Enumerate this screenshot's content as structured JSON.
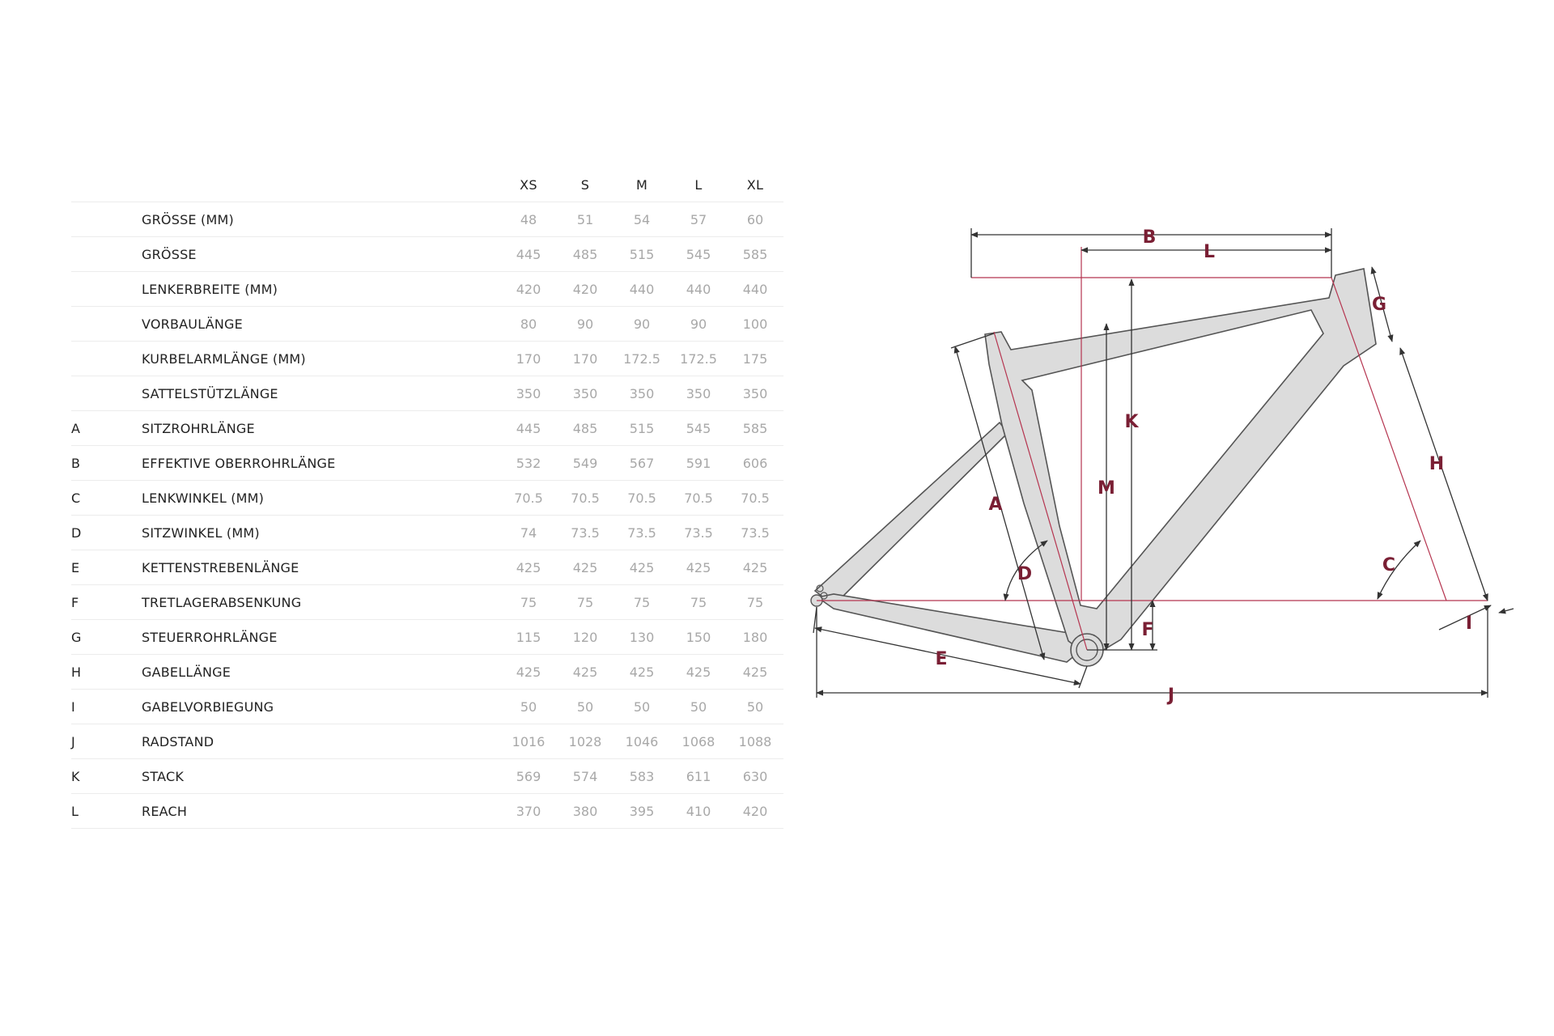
{
  "table": {
    "sizes": [
      "XS",
      "S",
      "M",
      "L",
      "XL"
    ],
    "rows": [
      {
        "letter": "",
        "name": "GRÖSSE (MM)",
        "values": [
          "48",
          "51",
          "54",
          "57",
          "60"
        ]
      },
      {
        "letter": "",
        "name": "GRÖSSE",
        "values": [
          "445",
          "485",
          "515",
          "545",
          "585"
        ]
      },
      {
        "letter": "",
        "name": "LENKERBREITE (MM)",
        "values": [
          "420",
          "420",
          "440",
          "440",
          "440"
        ]
      },
      {
        "letter": "",
        "name": "VORBAULÄNGE",
        "values": [
          "80",
          "90",
          "90",
          "90",
          "100"
        ]
      },
      {
        "letter": "",
        "name": "KURBELARMLÄNGE (MM)",
        "values": [
          "170",
          "170",
          "172.5",
          "172.5",
          "175"
        ]
      },
      {
        "letter": "",
        "name": "SATTELSTÜTZLÄNGE",
        "values": [
          "350",
          "350",
          "350",
          "350",
          "350"
        ]
      },
      {
        "letter": "A",
        "name": "SITZROHRLÄNGE",
        "values": [
          "445",
          "485",
          "515",
          "545",
          "585"
        ]
      },
      {
        "letter": "B",
        "name": "EFFEKTIVE OBERROHRLÄNGE",
        "values": [
          "532",
          "549",
          "567",
          "591",
          "606"
        ]
      },
      {
        "letter": "C",
        "name": "LENKWINKEL (MM)",
        "values": [
          "70.5",
          "70.5",
          "70.5",
          "70.5",
          "70.5"
        ]
      },
      {
        "letter": "D",
        "name": "SITZWINKEL (MM)",
        "values": [
          "74",
          "73.5",
          "73.5",
          "73.5",
          "73.5"
        ]
      },
      {
        "letter": "E",
        "name": "KETTENSTREBENLÄNGE",
        "values": [
          "425",
          "425",
          "425",
          "425",
          "425"
        ]
      },
      {
        "letter": "F",
        "name": "TRETLAGERABSENKUNG",
        "values": [
          "75",
          "75",
          "75",
          "75",
          "75"
        ]
      },
      {
        "letter": "G",
        "name": "STEUERROHRLÄNGE",
        "values": [
          "115",
          "120",
          "130",
          "150",
          "180"
        ]
      },
      {
        "letter": "H",
        "name": "GABELLÄNGE",
        "values": [
          "425",
          "425",
          "425",
          "425",
          "425"
        ]
      },
      {
        "letter": "I",
        "name": "GABELVORBIEGUNG",
        "values": [
          "50",
          "50",
          "50",
          "50",
          "50"
        ]
      },
      {
        "letter": "J",
        "name": "RADSTAND",
        "values": [
          "1016",
          "1028",
          "1046",
          "1068",
          "1088"
        ]
      },
      {
        "letter": "K",
        "name": "STACK",
        "values": [
          "569",
          "574",
          "583",
          "611",
          "630"
        ]
      },
      {
        "letter": "L",
        "name": "REACH",
        "values": [
          "370",
          "380",
          "395",
          "410",
          "420"
        ]
      }
    ]
  },
  "diagram": {
    "labels": {
      "A": "A",
      "B": "B",
      "C": "C",
      "D": "D",
      "E": "E",
      "F": "F",
      "G": "G",
      "H": "H",
      "I": "I",
      "J": "J",
      "K": "K",
      "L": "L",
      "M": "M"
    },
    "colors": {
      "frame_fill": "#dcdcdc",
      "frame_stroke": "#555555",
      "dimension_line": "#333333",
      "reference_line": "#b5344f",
      "label": "#7a1f34"
    }
  }
}
